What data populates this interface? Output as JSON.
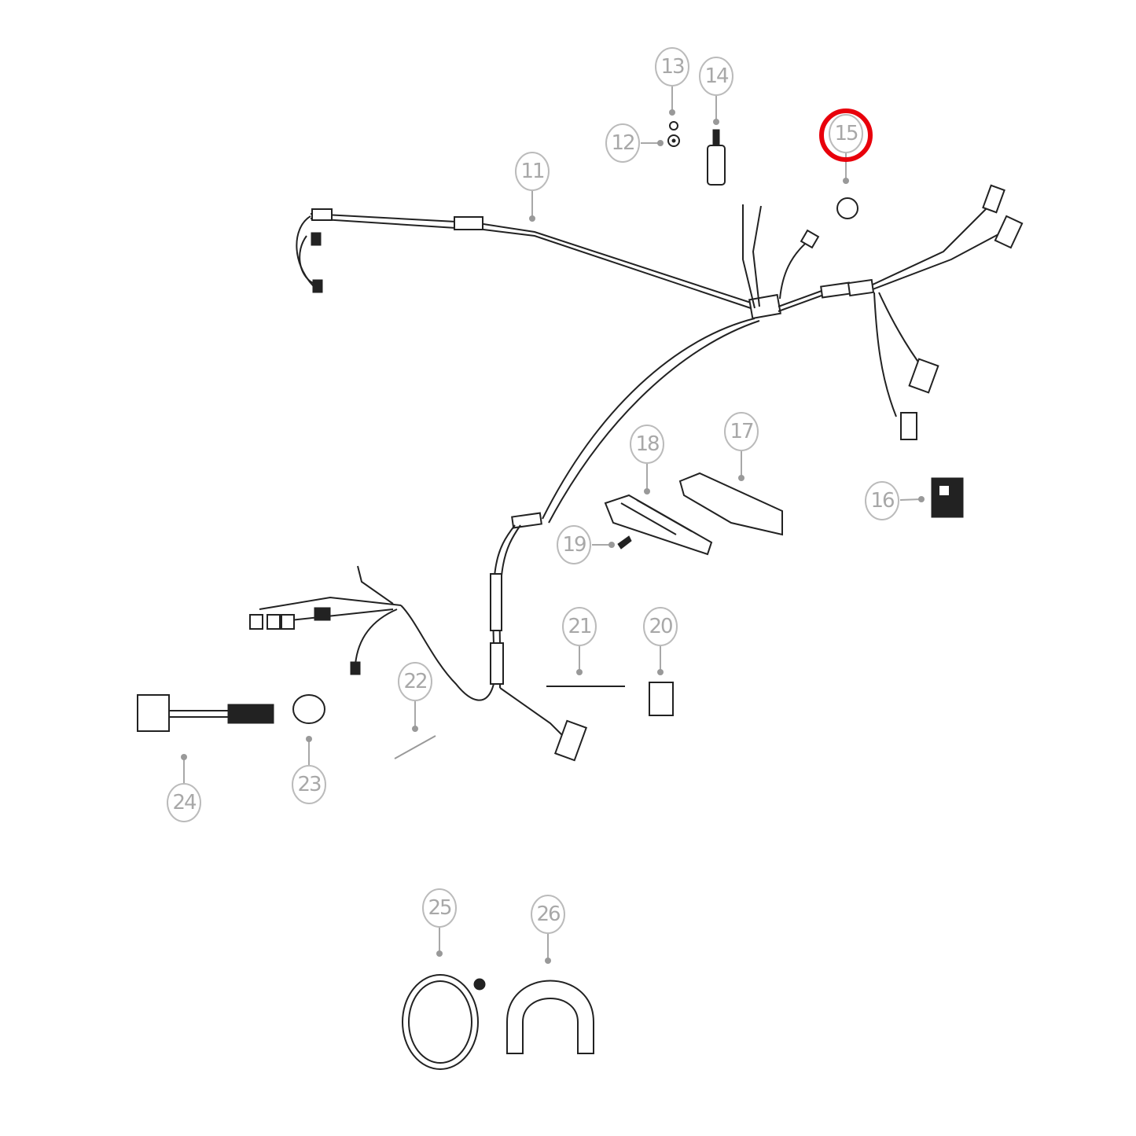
{
  "diagram": {
    "callouts": [
      {
        "number": "11"
      },
      {
        "number": "12"
      },
      {
        "number": "13"
      },
      {
        "number": "14"
      },
      {
        "number": "15",
        "highlighted": true
      },
      {
        "number": "16"
      },
      {
        "number": "17"
      },
      {
        "number": "18"
      },
      {
        "number": "19"
      },
      {
        "number": "20"
      },
      {
        "number": "21"
      },
      {
        "number": "22"
      },
      {
        "number": "23"
      },
      {
        "number": "24"
      },
      {
        "number": "25"
      },
      {
        "number": "26"
      }
    ],
    "colors": {
      "callout": "#a8a8a8",
      "highlight": "#e8000b",
      "line": "#222222"
    }
  }
}
